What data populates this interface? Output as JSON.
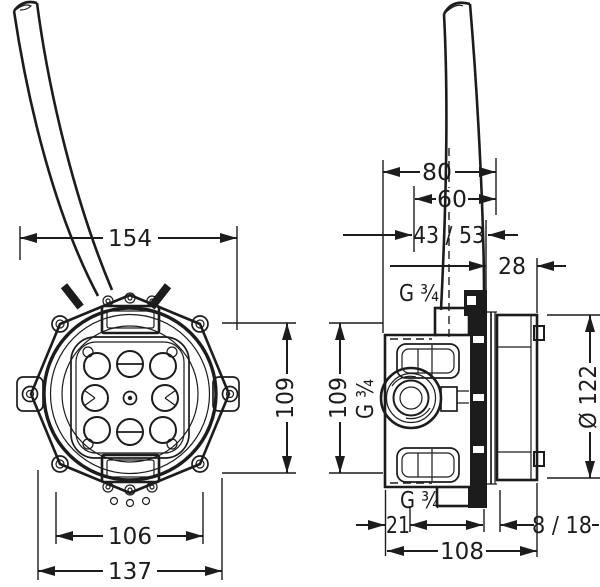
{
  "front_view": {
    "overall_width": "154",
    "height": "109",
    "hole_spacing": "106",
    "body_width": "137"
  },
  "side_view": {
    "overall_depth": "80",
    "housing_depth": "60",
    "install_depth_range": "43 / 53",
    "front_clearance": "28",
    "height": "109",
    "diameter": "Ø 122",
    "rear_offset": "21",
    "total_depth": "108",
    "plaster_depth_range": "8 / 18",
    "port_top": "G ¾",
    "port_side": "G ¾",
    "port_bottom": "G ¾"
  },
  "colors": {
    "line": "#1c1c1c",
    "background": "#ffffff"
  }
}
